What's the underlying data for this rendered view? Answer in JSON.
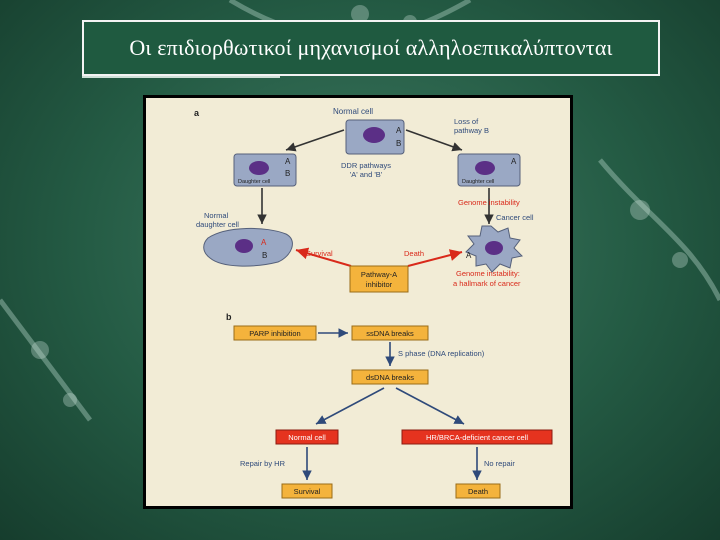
{
  "slide": {
    "title": "Οι επιδιορθωτικοί μηχανισμοί αλληλοεπικαλύπτονται"
  },
  "panel_a": {
    "label": "a",
    "normal_cell": "Normal cell",
    "loss_of_pathway": [
      "Loss of",
      "pathway B"
    ],
    "ddr_pathways": [
      "DDR pathways",
      "'A' and 'B'"
    ],
    "daughter_cell": "Daughter cell",
    "genome_instability": "Genome instability",
    "cancer_cell": "Cancer cell",
    "normal_daughter_cell": [
      "Normal",
      "daughter cell"
    ],
    "survival": "Survival",
    "death": "Death",
    "inhibitor": [
      "Pathway-A",
      "inhibitor"
    ],
    "hallmark": [
      "Genome instability:",
      "a hallmark of cancer"
    ],
    "letter_a": "A",
    "letter_b": "B"
  },
  "panel_b": {
    "label": "b",
    "parp_inhibition": "PARP inhibition",
    "ssdna_breaks": "ssDNA breaks",
    "s_phase": "S phase (DNA replication)",
    "dsdna_breaks": "dsDNA breaks",
    "normal_cell": "Normal cell",
    "hr_brca": "HR/BRCA-deficient cancer cell",
    "repair_by_hr": "Repair by HR",
    "no_repair": "No repair",
    "survival": "Survival",
    "death": "Death"
  },
  "colors": {
    "background": "#2b6a50",
    "title_box": "#1f5a40",
    "figure_bg": "#f2ecd6",
    "orange_box": "#f4b33c",
    "red_box": "#e5331f",
    "red_text": "#d9291a",
    "cell_fill": "#9aa8c4",
    "nucleus": "#5b2f86",
    "arrow": "#333333"
  }
}
